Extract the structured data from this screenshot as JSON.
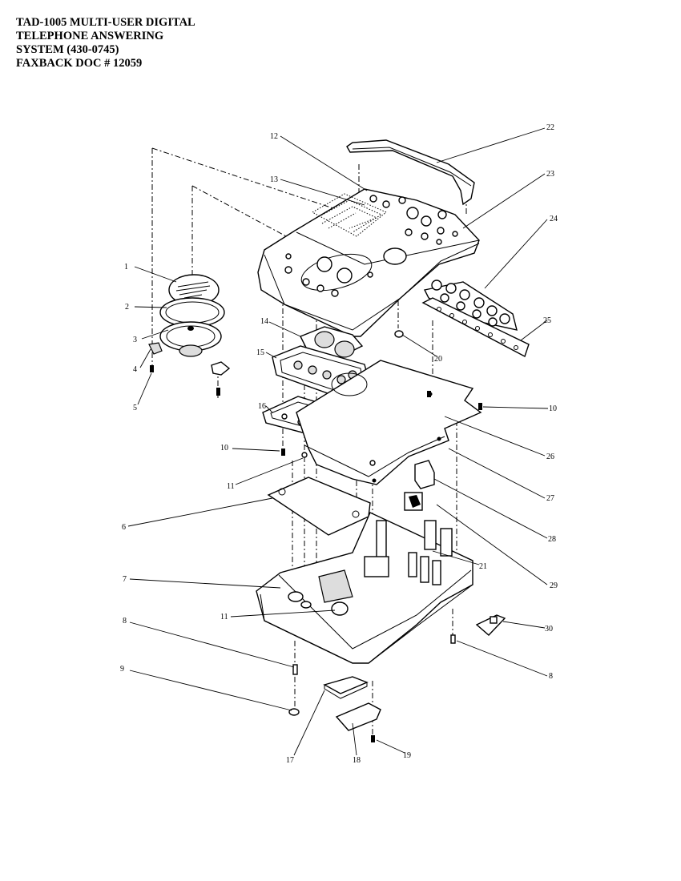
{
  "header": {
    "title_lines": [
      "TAD-1005 MULTI-USER DIGITAL",
      "TELEPHONE ANSWERING",
      "SYSTEM  (430-0745)",
      "FAXBACK DOC # 12059"
    ]
  },
  "callouts": {
    "c1": "1",
    "c2": "2",
    "c3": "3",
    "c4": "4",
    "c5": "5",
    "c6": "6",
    "c7": "7",
    "c8a": "8",
    "c8b": "8",
    "c9": "9",
    "c10a": "10",
    "c10b": "10",
    "c11a": "11",
    "c11b": "11",
    "c12": "12",
    "c13": "13",
    "c14": "14",
    "c15": "15",
    "c16": "16",
    "c17": "17",
    "c18": "18",
    "c19": "19",
    "c20": "20",
    "c21": "21",
    "c22": "22",
    "c23": "23",
    "c24": "24",
    "c25": "25",
    "c26": "26",
    "c27": "27",
    "c28": "28",
    "c29": "29",
    "c30": "30"
  }
}
